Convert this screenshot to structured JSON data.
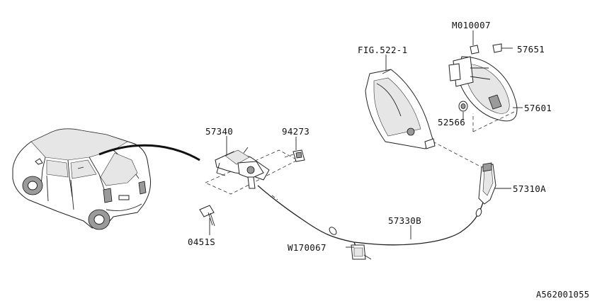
{
  "labels": {
    "fig_ref": "FIG.522-1",
    "m010007": "M010007",
    "p57651": "57651",
    "p57601": "57601",
    "p52566": "52566",
    "p57340": "57340",
    "p94273": "94273",
    "p57310a": "57310A",
    "p57330b": "57330B",
    "w170067": "W170067",
    "p0451s": "0451S"
  },
  "diagram_code": "A562001055",
  "icons": {
    "car": "hatchback-car-icon",
    "fuel_lid": "fuel-filler-lid-icon",
    "lock_actuator": "lid-lock-actuator-icon",
    "opener": "opener-lever-icon"
  }
}
